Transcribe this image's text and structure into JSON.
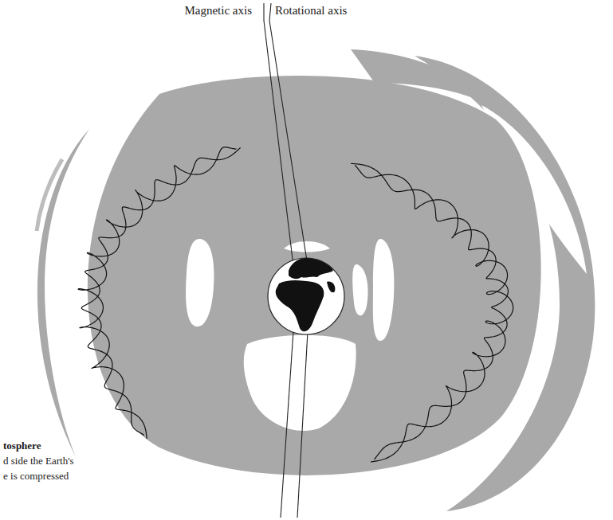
{
  "diagram": {
    "labels": [
      "Magnetic axis",
      "Rotational axis",
      "tosphere",
      "d side the Earth's",
      "e is compressed"
    ]
  }
}
